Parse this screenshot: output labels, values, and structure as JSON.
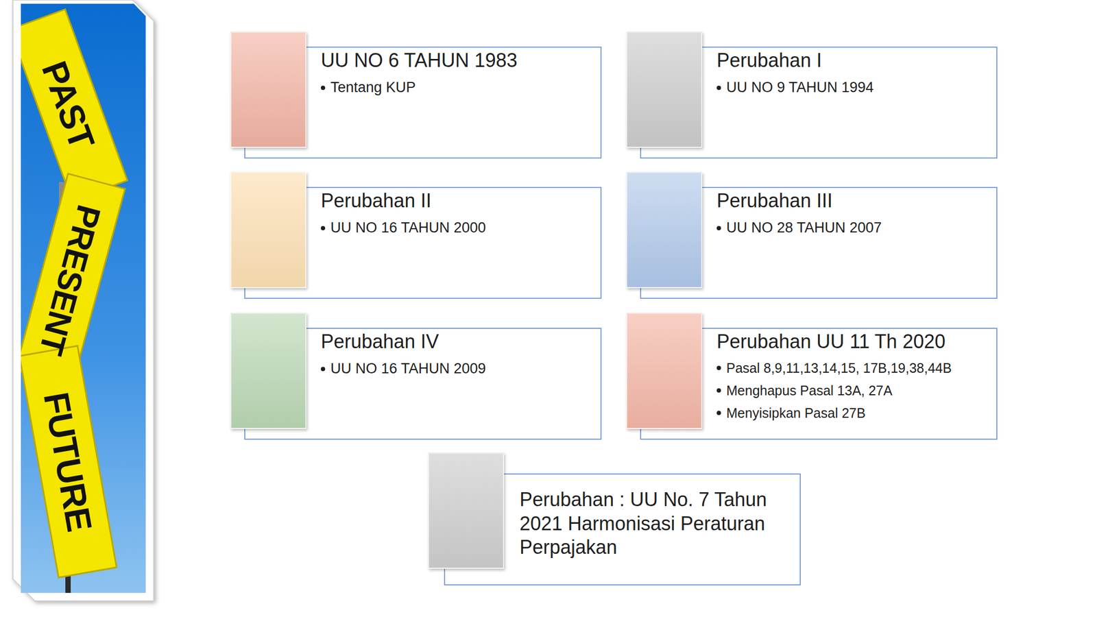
{
  "diagram": {
    "nodes": [
      {
        "text": [
          "UU NO 6 TAHUN 1983",
          "Tentang KUP"
        ]
      },
      {
        "text": [
          "Perubahan I",
          "UU NO 9 TAHUN 1994"
        ]
      },
      {
        "text": [
          "Perubahan II",
          "UU NO 16 TAHUN 2000"
        ]
      },
      {
        "text": [
          "Perubahan III",
          "UU NO 28 TAHUN 2007"
        ]
      },
      {
        "text": [
          "Perubahan IV",
          "UU NO 16 TAHUN 2009"
        ]
      },
      {
        "text": [
          "Perubahan UU 11 Th 2020",
          "Pasal 8,9,11,13,14,15, 17B,19,38,44B",
          "Menghapus Pasal 13A, 27A",
          "Menyisipkan Pasal 27B"
        ]
      },
      {
        "text": [
          "Perubahan : UU No. 7 Tahun 2021 Harmonisasi Peraturan Perpajakan"
        ]
      }
    ],
    "labels": [
      "PAST",
      "PRESENT",
      "FUTURE"
    ]
  }
}
